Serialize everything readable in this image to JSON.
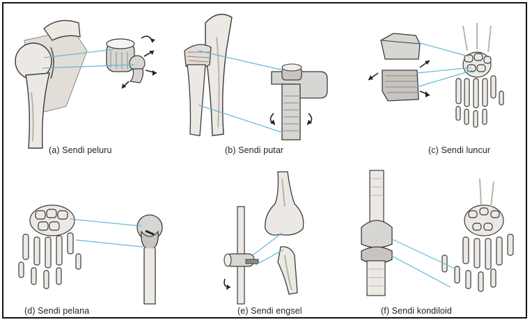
{
  "captions": {
    "a": "(a) Sendi peluru",
    "b": "(b) Sendi putar",
    "c": "(c) Sendi luncur",
    "d": "(d) Sendi pelana",
    "e": "(e) Sendi engsel",
    "f": "(f) Sendi kondiloid"
  },
  "colors": {
    "line": "#5fb8d6",
    "bone": "#ece9e4",
    "outline": "#3a3a3a",
    "shade": "#b9b4ab",
    "model": "#d8d6d2",
    "model_dark": "#8d8983"
  }
}
